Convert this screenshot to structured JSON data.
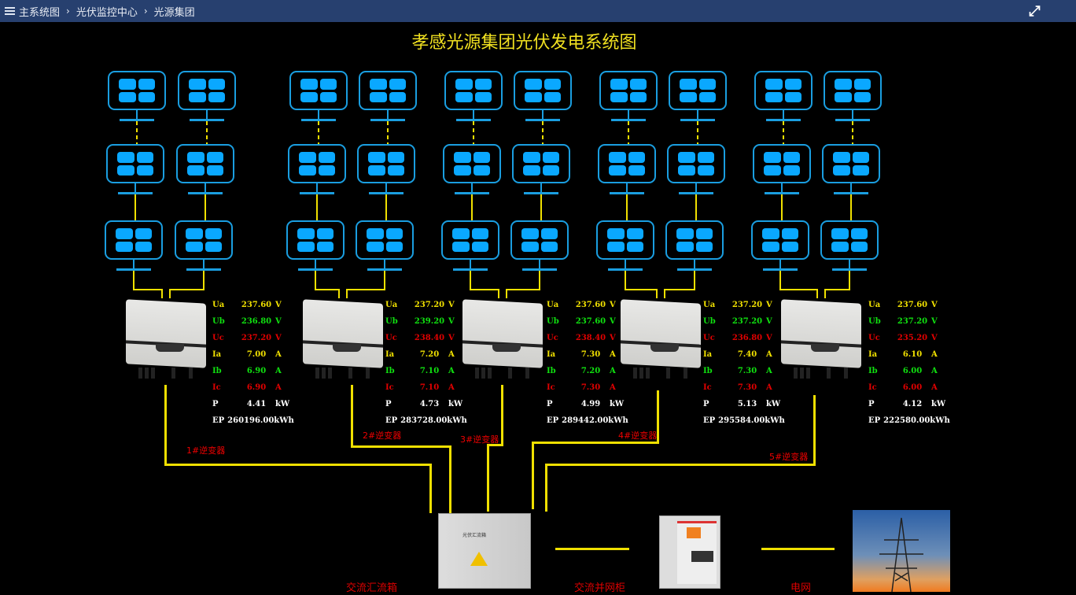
{
  "header": {
    "menu_icon": "menu-icon",
    "breadcrumb": [
      "主系统图",
      "光伏监控中心",
      "光源集团"
    ],
    "fullscreen_icon": "fullscreen-icon"
  },
  "title": "孝感光源集团光伏发电系统图",
  "colors": {
    "yellow": "#f0e000",
    "green": "#10e010",
    "red": "#e00000",
    "white": "#ffffff",
    "panel_blue": "#0aa8ff",
    "header": "#27406f"
  },
  "inverters": [
    {
      "label": "1#逆变器",
      "Ua": "237.60",
      "Ub": "236.80",
      "Uc": "237.20",
      "Ia": "7.00",
      "Ib": "6.90",
      "Ic": "6.90",
      "P": "4.41",
      "EP": "260196.00kWh"
    },
    {
      "label": "2#逆变器",
      "Ua": "237.20",
      "Ub": "239.20",
      "Uc": "238.40",
      "Ia": "7.20",
      "Ib": "7.10",
      "Ic": "7.10",
      "P": "4.73",
      "EP": "283728.00kWh"
    },
    {
      "label": "3#逆变器",
      "Ua": "237.60",
      "Ub": "237.60",
      "Uc": "238.40",
      "Ia": "7.30",
      "Ib": "7.20",
      "Ic": "7.30",
      "P": "4.99",
      "EP": "289442.00kWh"
    },
    {
      "label": "4#逆变器",
      "Ua": "237.20",
      "Ub": "237.20",
      "Uc": "236.80",
      "Ia": "7.40",
      "Ib": "7.30",
      "Ic": "7.30",
      "P": "5.13",
      "EP": "295584.00kWh"
    },
    {
      "label": "5#逆变器",
      "Ua": "237.60",
      "Ub": "237.20",
      "Uc": "235.20",
      "Ia": "6.10",
      "Ib": "6.00",
      "Ic": "6.00",
      "P": "4.12",
      "EP": "222580.00kWh"
    }
  ],
  "field_labels": {
    "Ua": "Ua",
    "Ub": "Ub",
    "Uc": "Uc",
    "Ia": "Ia",
    "Ib": "Ib",
    "Ic": "Ic",
    "P": "P",
    "EP": "EP"
  },
  "units": {
    "V": "V",
    "A": "A",
    "kW": "kW"
  },
  "equipment": {
    "combiner": "交流汇流箱",
    "grid_cabinet": "交流并网柜",
    "grid": "电网",
    "combiner_plate": "光伏汇流箱"
  }
}
